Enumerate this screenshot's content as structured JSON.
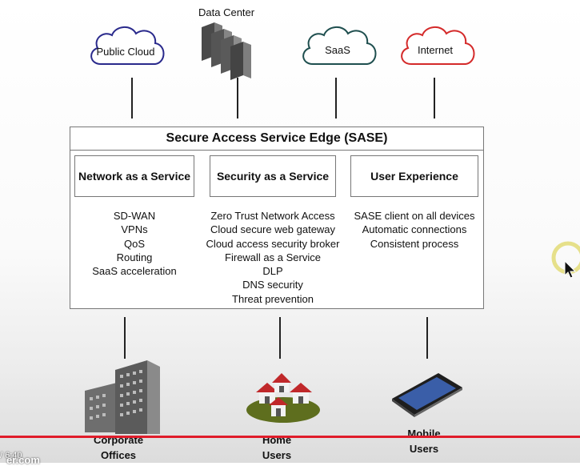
{
  "top_nodes": {
    "public_cloud": "Public Cloud",
    "data_center": "Data Center",
    "saas": "SaaS",
    "internet": "Internet"
  },
  "sase": {
    "title": "Secure Access Service Edge (SASE)",
    "columns": [
      {
        "heading": "Network as a Service",
        "items": [
          "SD-WAN",
          "VPNs",
          "QoS",
          "Routing",
          "SaaS acceleration"
        ]
      },
      {
        "heading": "Security as a Service",
        "items": [
          "Zero Trust Network Access",
          "Cloud secure web gateway",
          "Cloud access security broker",
          "Firewall as a Service",
          "DLP",
          "DNS security",
          "Threat prevention"
        ]
      },
      {
        "heading": "User Experience",
        "items": [
          "SASE client on all devices",
          "Automatic connections",
          "Consistent process"
        ]
      }
    ]
  },
  "bottom_nodes": {
    "corporate": [
      "Corporate",
      "Offices"
    ],
    "home": [
      "Home",
      "Users"
    ],
    "mobile": [
      "Mobile",
      "Users"
    ]
  },
  "player": {
    "time": "/ 6:40",
    "watermark": "er.com",
    "progress": 1.0,
    "progress_color": "#e01c2a"
  },
  "colors": {
    "public_cloud": "#2a2a8c",
    "saas": "#1f4f4f",
    "internet": "#d42a2a",
    "cursor_ring": "#e6e08a"
  }
}
